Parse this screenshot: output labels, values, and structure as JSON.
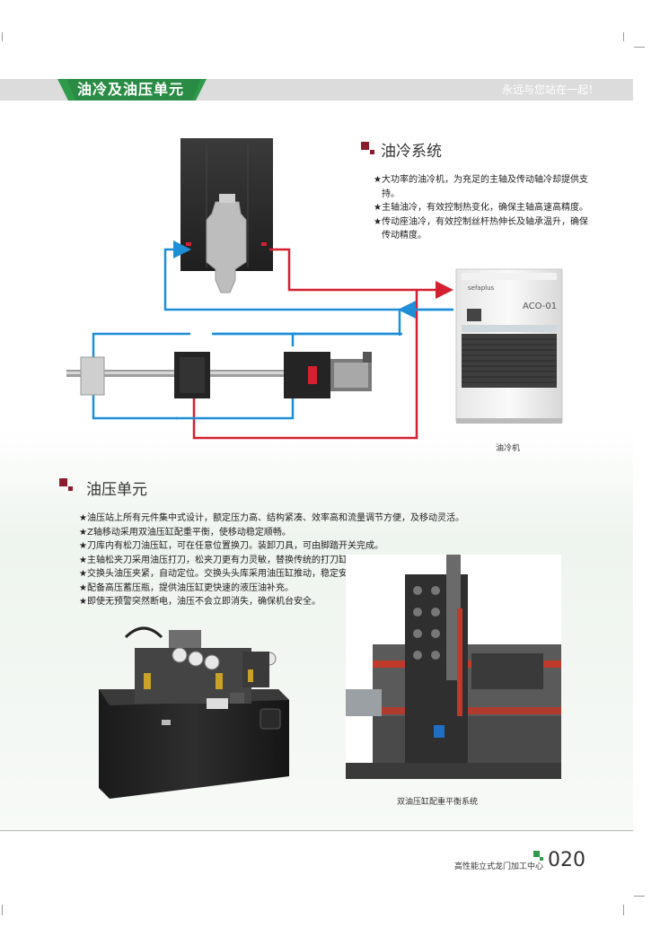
{
  "header": {
    "title": "油冷及油压单元",
    "slogan": "永远与您站在一起！",
    "accent": "#2e9a4a"
  },
  "oil_cooling": {
    "title": "油冷系统",
    "bullets": [
      "★大功率的油冷机，为充足的主轴及传动轴冷却提供支持。",
      "★主轴油冷，有效控制热变化，确保主轴高速高精度。",
      "★传动座油冷，有效控制丝杆热伸长及轴承温升，确保传动精度。"
    ],
    "chiller_brand": "sefaplus",
    "chiller_model": "ACO-01",
    "chiller_caption": "油冷机",
    "hot_color": "#d42030",
    "cold_color": "#1e8fd6"
  },
  "hydraulic": {
    "title": "油压单元",
    "bullets": [
      "★油压站上所有元件集中式设计，额定压力高、结构紧凑、效率高和流量调节方便，及移动灵活。",
      "★Z轴移动采用双油压缸配重平衡，使移动稳定顺畅。",
      "★刀库内有松刀油压缸，可在任意位置换刀。装卸刀具，可由脚踏开关完成。",
      "★主轴松夹刀采用油压打刀，松夹刀更有力灵敏，替换传统的打刀缸。",
      "★交换头油压夹紧，自动定位。交换头头库采用油压缸推动，稳定安全。",
      "★配备高压蓄压瓶，提供油压缸更快速的液压油补充。",
      "★即使无预警突然断电，油压不会立即消失，确保机台安全。"
    ],
    "balance_caption": "双油压缸配重平衡系统"
  },
  "footer": {
    "product": "高性能立式龙门加工中心",
    "page_number": "020"
  }
}
